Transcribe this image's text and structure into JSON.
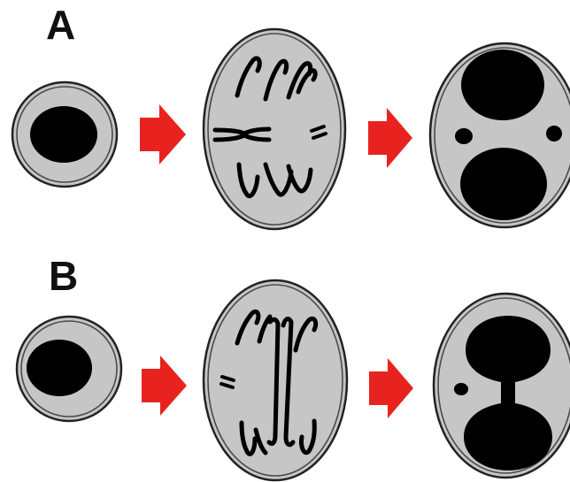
{
  "rows": [
    {
      "label": "A",
      "stages": [
        "interphase-cell",
        "dividing-cell-with-lagging-chromosomes",
        "daughter-nuclei-with-micronuclei"
      ]
    },
    {
      "label": "B",
      "stages": [
        "interphase-cell",
        "dividing-cell-with-chromatin-bridge",
        "daughter-nuclei-joined-by-bridge"
      ]
    }
  ],
  "colors": {
    "cytoplasm": "#c6c6c6",
    "chromatin": "#000000",
    "arrow": "#e8231f",
    "outline": "#222222"
  },
  "icons": [
    "red-arrow-icon"
  ]
}
